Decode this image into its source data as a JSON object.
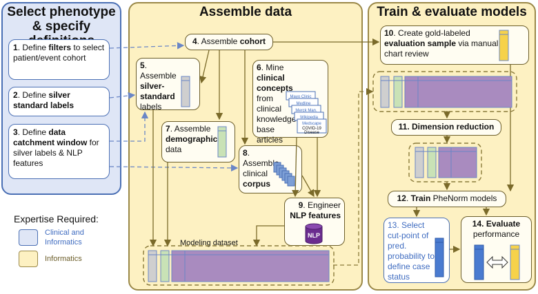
{
  "colors": {
    "blue_panel": "#dfe6f6",
    "blue_border": "#4a6fb4",
    "yellow_panel": "#fdf1c2",
    "yellow_border": "#9a8848",
    "purple": "#a98bbf",
    "gray_bar": "#cfcfcf",
    "green_bar": "#c9e2b6",
    "blue_text": "#3f6cc0"
  },
  "left_panel": {
    "title": "Select phenotype & specify definitions",
    "box1": {
      "num": "1",
      "pre": ". Define ",
      "bold": "filters",
      "post": " to select patient/event cohort"
    },
    "box2": {
      "num": "2",
      "pre": ". Define ",
      "bold": "silver standard labels",
      "post": ""
    },
    "box3": {
      "num": "3",
      "pre": ". Define ",
      "bold": "data catchment window",
      "post": " for silver labels & NLP features"
    }
  },
  "middle_panel": {
    "title": "Assemble data",
    "box4": {
      "num": "4",
      "pre": ". Assemble ",
      "bold": "cohort"
    },
    "box5": {
      "num": "5",
      "pre": ". Assemble ",
      "bold": "silver-standard",
      "post": " labels"
    },
    "box6": {
      "num": "6",
      "pre": ". Mine ",
      "bold": "clinical concepts",
      "post": " from clinical knowledge base articles"
    },
    "box7": {
      "num": "7",
      "pre": ". Assemble ",
      "bold": "demographic",
      "post": " data"
    },
    "box8": {
      "num": "8",
      "pre": ". Assemble clinical ",
      "bold": "corpus"
    },
    "box9": {
      "num": "9",
      "pre": ". Engineer ",
      "bold": "NLP features"
    },
    "nlp_icon": "NLP",
    "articles": [
      "Mayo Clinic",
      "Medline",
      "Merck Man.",
      "Wikipedia",
      "Medscape",
      "COVID-19",
      "Disease"
    ],
    "modeling_label": "Modeling dataset"
  },
  "right_panel": {
    "title": "Train & evaluate models",
    "box10": {
      "num": "10",
      "pre": ". Create gold-labeled ",
      "bold": "evaluation sample",
      "post": " via manual chart review"
    },
    "box11": {
      "num": "11",
      "bold": ". Dimension reduction"
    },
    "box12": {
      "num": "12",
      "pre": ". ",
      "bold": "Train",
      "post": " PheNorm models"
    },
    "box13": {
      "text": "13. Select cut-point of pred. probability to define case status"
    },
    "box14": {
      "num": "14",
      "bold": ". Evaluate",
      "post": " performance"
    }
  },
  "legend": {
    "title": "Expertise Required:",
    "clinical": "Clinical and Informatics",
    "informatics": "Informatics"
  }
}
